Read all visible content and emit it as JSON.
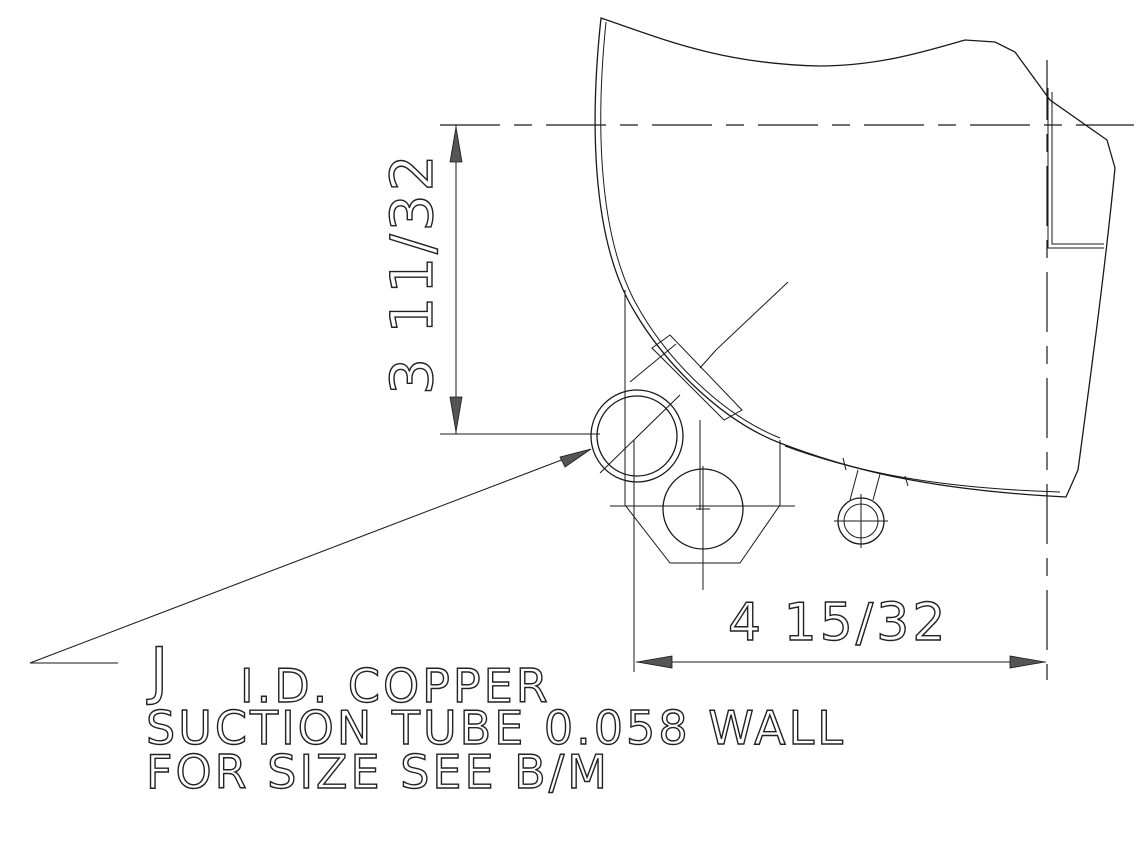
{
  "dimensions": {
    "vertical": "3 11/32",
    "horizontal": "4 15/32"
  },
  "callout": {
    "size_letter": "J",
    "line1": "I.D. COPPER",
    "line2": "SUCTION TUBE 0.058 WALL",
    "line3": "FOR SIZE SEE B/M"
  }
}
